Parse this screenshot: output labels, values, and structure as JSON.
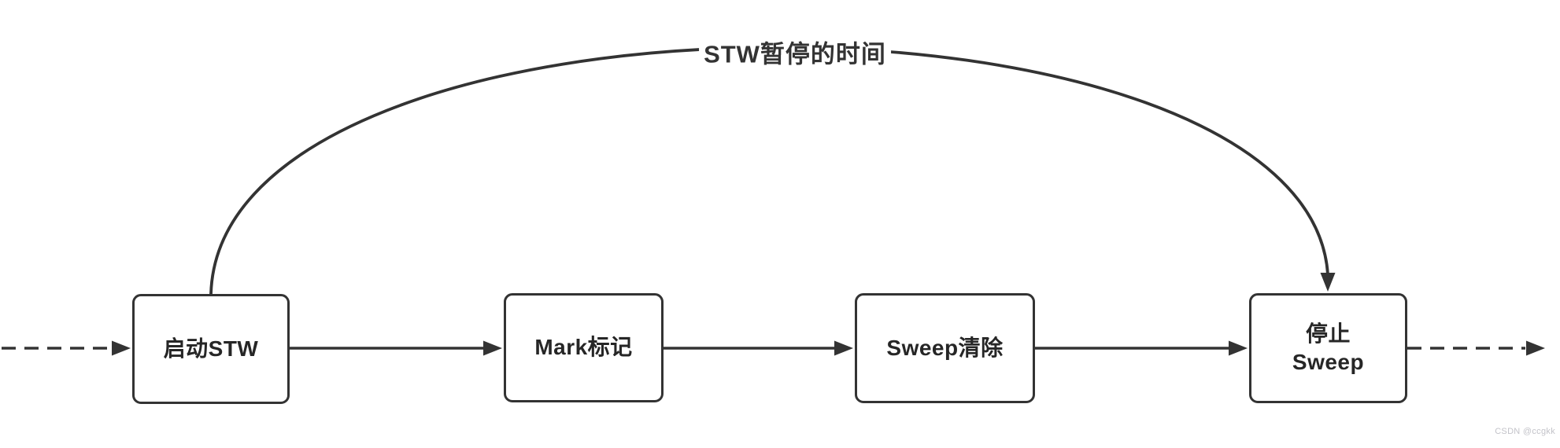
{
  "diagram": {
    "type": "flowchart",
    "edge_label": "STW暂停的时间",
    "nodes": [
      {
        "id": "start-stw",
        "label": "启动STW"
      },
      {
        "id": "mark",
        "label": "Mark标记"
      },
      {
        "id": "sweep",
        "label": "Sweep清除"
      },
      {
        "id": "stop-sweep",
        "label": "停止\nSweep"
      }
    ],
    "edges": [
      {
        "from": "external",
        "to": "start-stw",
        "style": "dashed-arrow"
      },
      {
        "from": "start-stw",
        "to": "mark",
        "style": "solid-arrow"
      },
      {
        "from": "mark",
        "to": "sweep",
        "style": "solid-arrow"
      },
      {
        "from": "sweep",
        "to": "stop-sweep",
        "style": "solid-arrow"
      },
      {
        "from": "stop-sweep",
        "to": "external",
        "style": "dashed-arrow"
      },
      {
        "from": "start-stw",
        "to": "stop-sweep",
        "style": "curved-arrow",
        "label": "STW暂停的时间"
      }
    ],
    "colors": {
      "stroke": "#333333",
      "text": "#262626",
      "node_fill": "#ffffff",
      "background": "#ffffff"
    }
  },
  "watermark": "CSDN @ccgkk"
}
